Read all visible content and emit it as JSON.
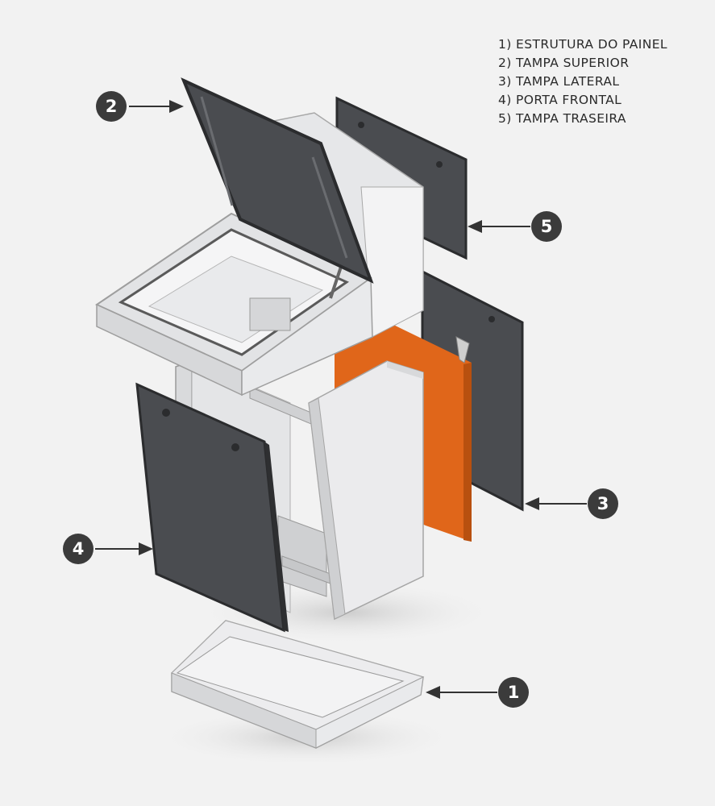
{
  "legend": [
    "1) ESTRUTURA DO PAINEL",
    "2) TAMPA SUPERIOR",
    "3) TAMPA LATERAL",
    "4) PORTA FRONTAL",
    "5) TAMPA TRASEIRA"
  ],
  "callouts": {
    "c1": "1",
    "c2": "2",
    "c3": "3",
    "c4": "4",
    "c5": "5"
  },
  "colors": {
    "background": "#f2f2f2",
    "structure": "#e8e9eb",
    "dark_panel": "#4a4c50",
    "side_cover": "#e0661a",
    "badge": "#3b3b3b"
  }
}
